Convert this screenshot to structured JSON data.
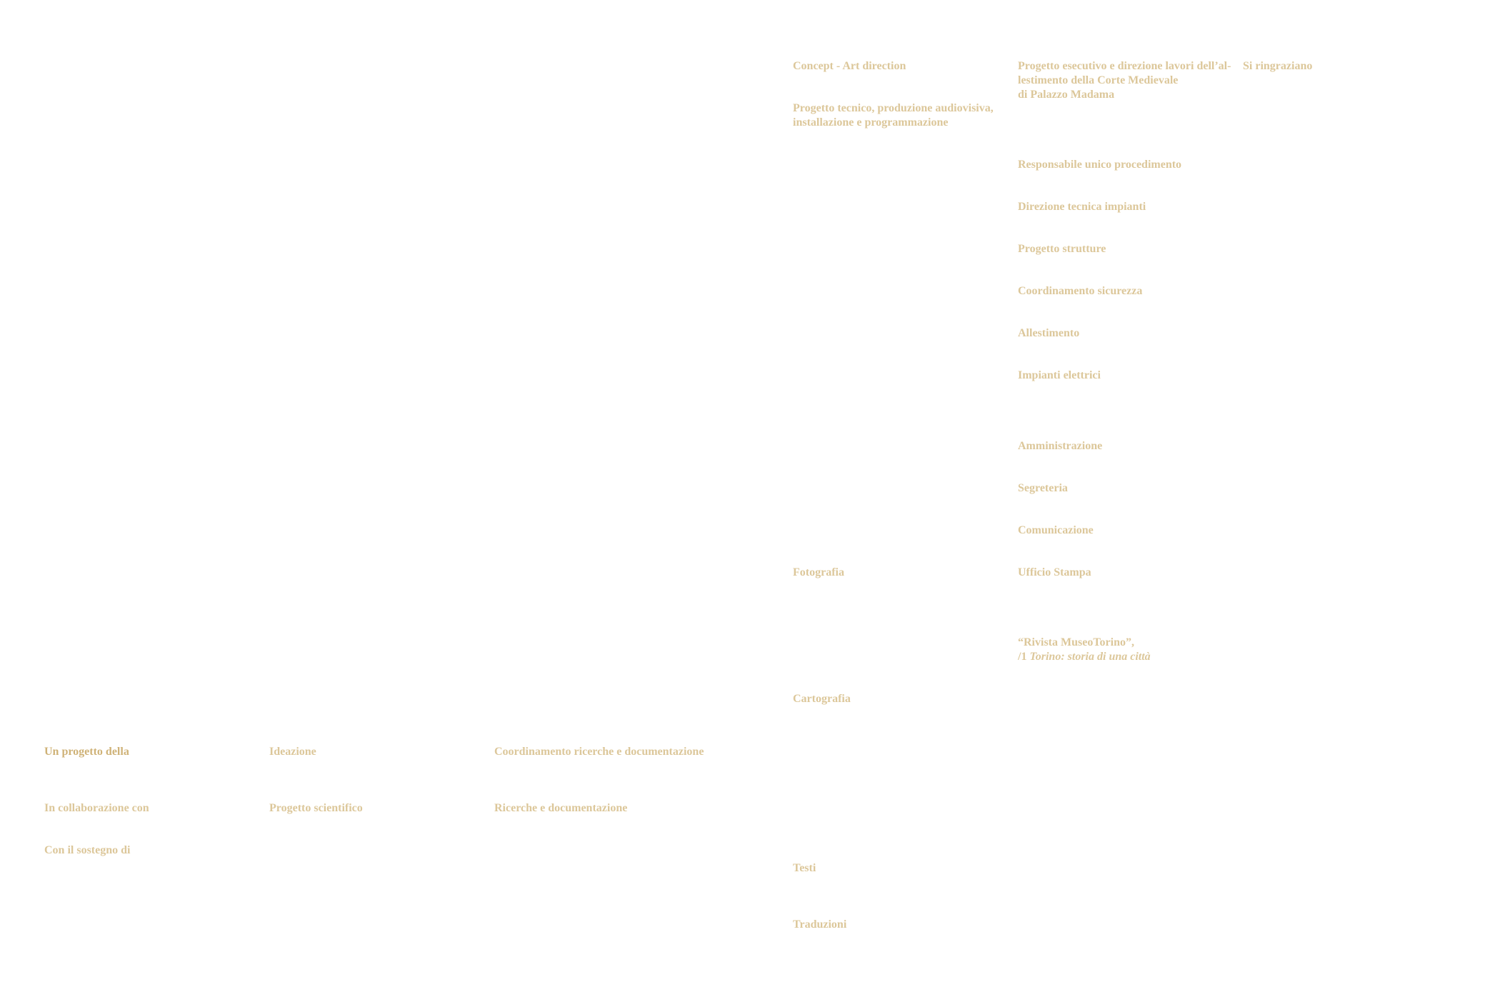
{
  "colors": {
    "label": "#dcc79a",
    "label_strong": "#cfb277",
    "background": "#ffffff"
  },
  "left_block": {
    "row1": {
      "project_by": "Un progetto della",
      "ideation": "Ideazione",
      "research_coordination": "Coordinamento ricerche e documentazione"
    },
    "row2": {
      "in_collaboration": "In collaborazione con",
      "scientific_project": "Progetto scientifico",
      "research_documentation": "Ricerche e documentazione"
    },
    "row3": {
      "with_support": "Con il sostegno di"
    }
  },
  "column_1": {
    "concept_art_direction": "Concept - Art direction",
    "technical_project_line1": "Progetto tecnico, produzione audiovisiva,",
    "technical_project_line2": "installazione e programmazione",
    "photography": "Fotografia",
    "cartography": "Cartografia",
    "texts": "Testi",
    "translations": "Traduzioni"
  },
  "column_2": {
    "executive_project_line1": "Progetto esecutivo e direzione lavori dell’al-",
    "executive_project_line2": "lestimento della Corte Medievale",
    "executive_project_line3": "di Palazzo Madama",
    "sole_manager": "Responsabile unico procedimento",
    "technical_direction": "Direzione tecnica impianti",
    "structures_project": "Progetto strutture",
    "safety_coordination": "Coordinamento sicurezza",
    "staging": "Allestimento",
    "electrical_systems": "Impianti elettrici",
    "administration": "Amministrazione",
    "secretariat": "Segreteria",
    "communication": "Comunicazione",
    "press_office": "Ufficio Stampa",
    "magazine_line1": "“Rivista MuseoTorino”,",
    "magazine_line2_prefix": "/1 ",
    "magazine_line2_title": "Torino: storia di una città"
  },
  "column_3": {
    "thanks": "Si ringraziano"
  }
}
